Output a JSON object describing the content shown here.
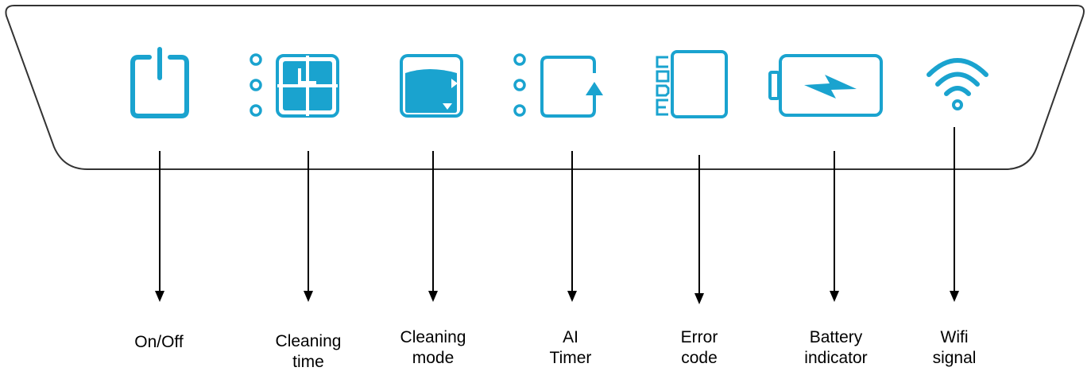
{
  "colors": {
    "accent": "#1aa3cf",
    "outline": "#333333",
    "line": "#000000"
  },
  "indicators": [
    {
      "id": "on-off",
      "icon": "power-icon",
      "label": "On/Off"
    },
    {
      "id": "cleaning-time",
      "icon": "clock-icon",
      "label": "Cleaning\ntime"
    },
    {
      "id": "cleaning-mode",
      "icon": "cleaning-mode-icon",
      "label": "Cleaning\nmode"
    },
    {
      "id": "ai-timer",
      "icon": "ai-timer-icon",
      "label": "AI\nTimer"
    },
    {
      "id": "error-code",
      "icon": "error-code-icon",
      "label": "Error\ncode"
    },
    {
      "id": "battery-indicator",
      "icon": "battery-icon",
      "label": "Battery\nindicator"
    },
    {
      "id": "wifi-signal",
      "icon": "wifi-icon",
      "label": "Wifi\nsignal"
    }
  ]
}
